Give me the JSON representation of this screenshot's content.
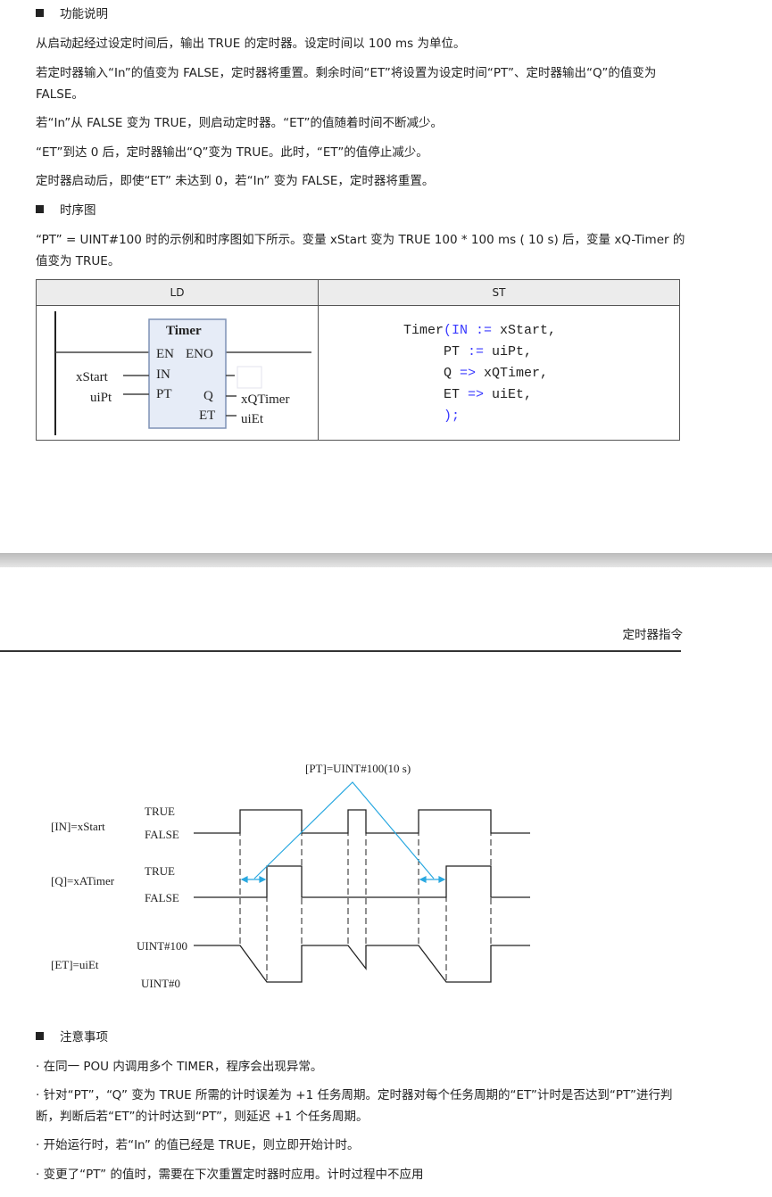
{
  "sections": {
    "function_title": "功能说明",
    "timing_title": "时序图",
    "notes_title": "注意事项"
  },
  "function_paragraphs": [
    "从启动起经过设定时间后，输出 TRUE 的定时器。设定时间以 100 ms 为单位。",
    "若定时器输入“In”的值变为 FALSE，定时器将重置。剩余时间“ET”将设置为设定时间“PT”、定时器输出“Q”的值变为 FALSE。",
    "若“In”从 FALSE 变为 TRUE，则启动定时器。“ET”的值随着时间不断减少。",
    "“ET”到达 0 后，定时器输出“Q”变为 TRUE。此时，“ET”的值停止减少。",
    "定时器启动后，即使“ET” 未达到 0，若“In” 变为 FALSE，定时器将重置。"
  ],
  "timing_intro": "“PT” = UINT#100 时的示例和时序图如下所示。变量 xStart 变为 TRUE 100 * 100 ms ( 10 s) 后，变量 xQ-Timer 的值变为 TRUE。",
  "table": {
    "headers": [
      "LD",
      "ST"
    ],
    "ld": {
      "block": "Timer",
      "en": "EN",
      "eno": "ENO",
      "in": "IN",
      "pt": "PT",
      "q": "Q",
      "et": "ET",
      "in_var": "xStart",
      "pt_var": "uiPt",
      "q_var": "xQTimer",
      "et_var": "uiEt"
    },
    "st": {
      "l1a": "Timer",
      "l1b": "(IN := ",
      "l1c": "xStart,",
      "l2a": "PT ",
      "l2b": ":= ",
      "l2c": "uiPt,",
      "l3a": "Q ",
      "l3b": "=> ",
      "l3c": "xQTimer,",
      "l4a": "ET ",
      "l4b": "=> ",
      "l4c": "uiEt,",
      "l5": ");"
    }
  },
  "page_header": "定时器指令",
  "diagram": {
    "pt_label": "[PT]=UINT#100(10 s)",
    "in_label": "[IN]=xStart",
    "q_label": "[Q]=xATimer",
    "et_label": "[ET]=uiEt",
    "true": "TRUE",
    "false": "FALSE",
    "max": "UINT#100",
    "min": "UINT#0",
    "accent": "#29a8e0"
  },
  "notes": [
    "· 在同一 POU 内调用多个 TIMER，程序会出现异常。",
    "· 针对“PT”，“Q” 变为 TRUE 所需的计时误差为 +1 任务周期。定时器对每个任务周期的“ET”计时是否达到“PT”进行判断，判断后若“ET”的计时达到“PT”，则延迟 +1 个任务周期。",
    "· 开始运行时，若“In” 的值已经是 TRUE，则立即开始计时。",
    "· 变更了“PT” 的值时，需要在下次重置定时器时应用。计时过程中不应用"
  ]
}
